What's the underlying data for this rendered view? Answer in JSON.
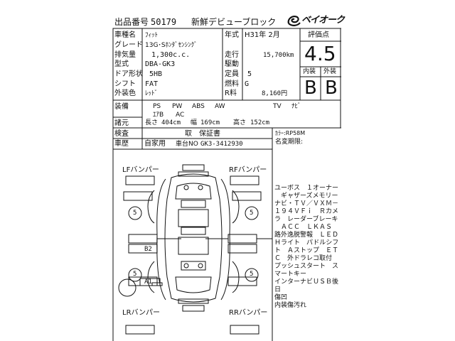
{
  "header": {
    "lot_label": "出品番号",
    "lot_number": "50179",
    "debut_text": "新鮮デビューブロック",
    "logo_text": "ベイオーク"
  },
  "specs": [
    {
      "label": "車種名",
      "value": "ﾌｨｯﾄ"
    },
    {
      "label": "グレード",
      "value": "13G･Sﾎﾝﾀﾞｾﾝｼﾝｸﾞ"
    },
    {
      "label": "排気量",
      "value": "1,300c.c."
    },
    {
      "label": "型式",
      "value": "DBA-GK3"
    },
    {
      "label": "ドア形状",
      "value": "5HB"
    },
    {
      "label": "シフト",
      "value": "FAT"
    },
    {
      "label": "外装色",
      "value": "ﾚｯﾄﾞ"
    }
  ],
  "right_specs": {
    "year_label": "年式",
    "year_value": "H31年  2月",
    "mileage_label": "走行",
    "mileage_value": "15,700km",
    "drive_label": "駆動",
    "drive_value": "",
    "capacity_label": "定員",
    "capacity_value": "5",
    "fuel_label": "燃料",
    "fuel_value": "G",
    "tax_label": "R料",
    "tax_value": "8,160円"
  },
  "rating": {
    "title": "評価点",
    "score": "4.5",
    "interior_label": "内装",
    "exterior_label": "外装",
    "interior_grade": "B",
    "exterior_grade": "B"
  },
  "equipment": {
    "label": "装備",
    "items_row1": [
      "PS",
      "PW",
      "ABS",
      "AW",
      "TV",
      "ﾅﾋﾞ"
    ],
    "items_row2": [
      "ｴｱB",
      "AC"
    ]
  },
  "dimensions": {
    "label": "諸元",
    "length_label": "長さ",
    "length_value": "404cm",
    "width_label": "幅",
    "width_value": "169cm",
    "height_label": "高さ",
    "height_value": "152cm"
  },
  "inspection": {
    "label": "検査",
    "value": "取　保証書",
    "usage_label": "車歴",
    "usage_value": "自家用",
    "chassis_label": "車台NO",
    "chassis_value": "GK3-3412930"
  },
  "color_info": {
    "color_code": "ｶﾗｰ:RP58M",
    "changes_label": "名変期限:"
  },
  "diagram": {
    "lf_bumper": "LFバンパー",
    "rf_bumper": "RFバンパー",
    "lr_bumper": "LRバンパー",
    "rr_bumper": "RRバンパー",
    "tire_lf": "5",
    "tire_rf": "5",
    "tire_lr": "5",
    "tire_rr": "5",
    "mark_b2": "B2",
    "mark_a1": "A1"
  },
  "memo": {
    "text": "ユーボス　１オーナー\n　ギャザーズメモリー\nナビ・ＴＶ／ＶＸＭ－\n１９４ＶＦｉ　Ｒカメ\nラ　レーダーブレーキ\n　ＡＣＣ　ＬＫＡＳ\n路外逸脱警報　ＬＥＤ\nＨライト　パドルシフ\nト　Ａストップ　ＥＴ\nＣ　外ドラレコ取付\nプッシュスタート　ス\nマートキー\nインターナビＵＳＢ後\n日\n傷凹\n内装傷汚れ"
  }
}
